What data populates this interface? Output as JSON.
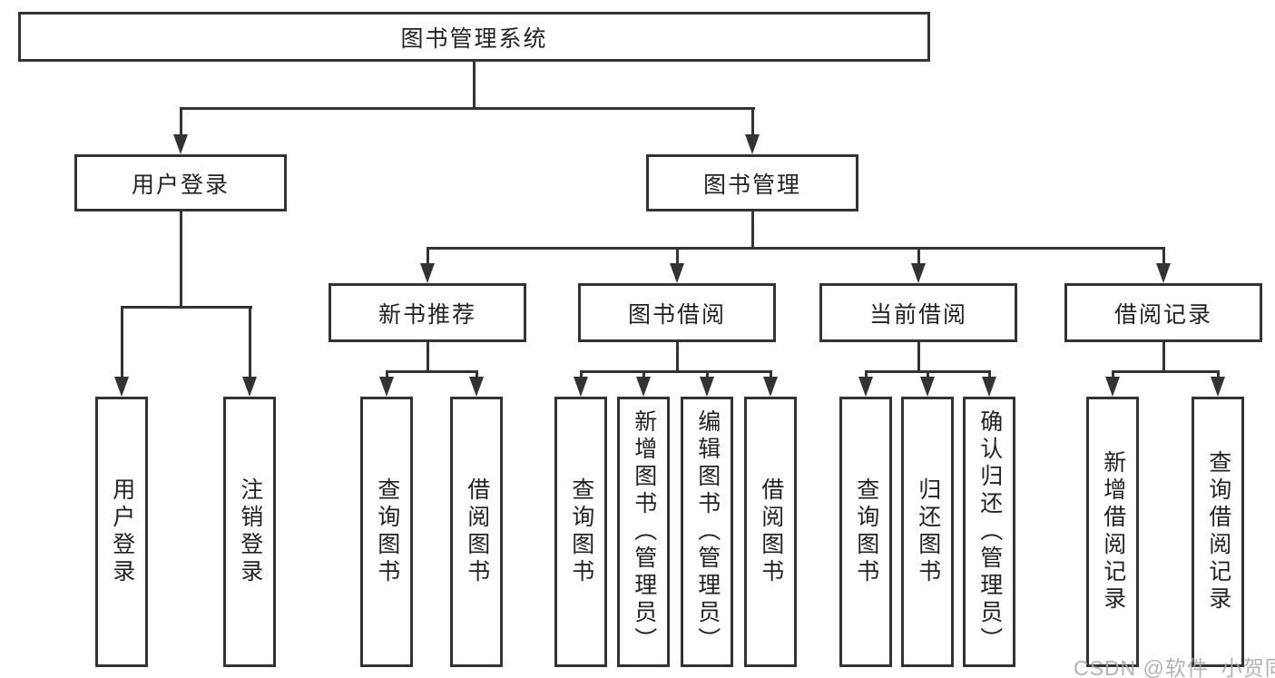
{
  "diagram": {
    "watermark": "CSDN @软件_小贺同学",
    "colors": {
      "line": "#333333",
      "box_background": "#ffffff",
      "text": "#222222",
      "watermark": "#a8a8aa"
    },
    "tree": {
      "label": "图书管理系统",
      "children": [
        {
          "label": "用户登录",
          "children": [
            {
              "label": "用户登录"
            },
            {
              "label": "注销登录"
            }
          ]
        },
        {
          "label": "图书管理",
          "children": [
            {
              "label": "新书推荐",
              "children": [
                {
                  "label": "查询图书"
                },
                {
                  "label": "借阅图书"
                }
              ]
            },
            {
              "label": "图书借阅",
              "children": [
                {
                  "label": "查询图书"
                },
                {
                  "label": "新增图书（管理员）"
                },
                {
                  "label": "编辑图书（管理员）"
                },
                {
                  "label": "借阅图书"
                }
              ]
            },
            {
              "label": "当前借阅",
              "children": [
                {
                  "label": "查询图书"
                },
                {
                  "label": "归还图书"
                },
                {
                  "label": "确认归还（管理员）"
                }
              ]
            },
            {
              "label": "借阅记录",
              "children": [
                {
                  "label": "新增借阅记录"
                },
                {
                  "label": "查询借阅记录"
                }
              ]
            }
          ]
        }
      ]
    }
  }
}
